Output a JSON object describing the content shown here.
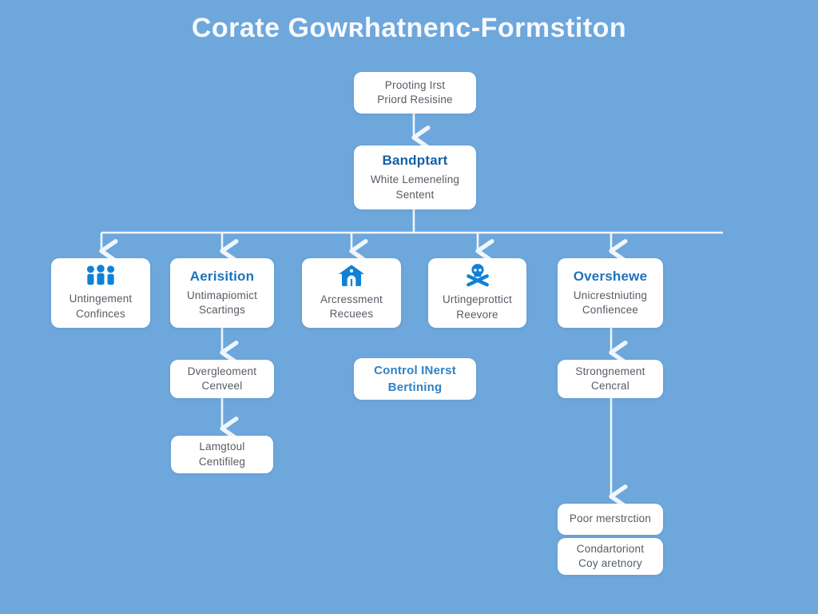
{
  "title": "Corate Gowʀhatnenc-Formstiton",
  "nodes": {
    "root": {
      "line1": "Prooting Irst",
      "line2": "Priord Resisine"
    },
    "band": {
      "heading": "Bandptart",
      "line1": "White Lemeneling",
      "line2": "Sentent"
    },
    "branch1": {
      "icon": "people-icon",
      "line1": "Untingement",
      "line2": "Confinces"
    },
    "branch2": {
      "heading": "Aerisition",
      "line1": "Untimapiomict",
      "line2": "Scartings"
    },
    "branch3": {
      "icon": "house-icon",
      "line1": "Arcressment",
      "line2": "Recuees"
    },
    "branch4": {
      "icon": "skull-icon",
      "line1": "Urtingeprottict",
      "line2": "Reevore"
    },
    "branch5": {
      "heading": "Overshewe",
      "line1": "Unicrestniuting",
      "line2": "Confiencee"
    },
    "branch2_child1": {
      "line1": "Dvergleoment",
      "line2": "Cenveel"
    },
    "branch2_child2": {
      "line1": "Lamgtoul",
      "line2": "Centifileg"
    },
    "control": {
      "line1": "Control INerst",
      "line2": "Bertining"
    },
    "branch5_child1": {
      "line1": "Strongnement",
      "line2": "Cencral"
    },
    "branch5_child2": {
      "line1": "Poor merstrction"
    },
    "branch5_child3": {
      "line1": "Condartoriont",
      "line2": "Coy aretnory"
    }
  },
  "colors": {
    "background": "#6da7dc",
    "box_fill": "#ffffff",
    "heading_blue": "#1b73bd",
    "heading_dark_blue": "#1460a8",
    "body_gray": "#565c64",
    "control_blue": "#3182c4",
    "icon_blue": "#0f82d6",
    "connector_white": "#f0f6fc",
    "title_white": "#f7fafd"
  }
}
